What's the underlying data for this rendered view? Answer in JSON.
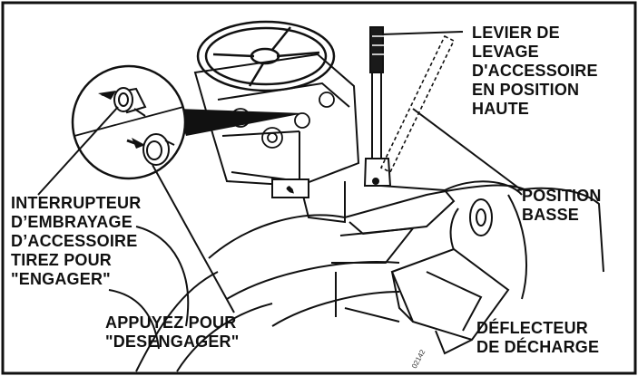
{
  "labels": {
    "lift_lever_raised": "LEVIER DE\nLEVAGE\nD'ACCESSOIRE\nEN POSITION\nHAUTE",
    "lowered_position": "POSITION\nBASSE",
    "clutch_switch_pull": "INTERRUPTEUR\nD’EMBRAYAGE\nD’ACCESSOIRE\nTIREZ POUR\n\"ENGAGER\"",
    "push_to_disengage": "APPUYEZ POUR\n\"DESENGAGER\"",
    "discharge_deflector": "DÉFLECTEUR\nDE DÉCHARGE"
  },
  "figure_code": "02142",
  "colors": {
    "ink": "#111111",
    "paper": "#ffffff",
    "shade": "#1a1a1a"
  }
}
